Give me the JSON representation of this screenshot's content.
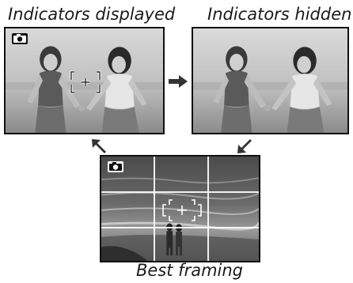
{
  "captions": {
    "indicators_displayed": "Indicators displayed",
    "indicators_hidden": "Indicators hidden",
    "best_framing": "Best framing"
  },
  "icons": {
    "camera_mode": "camera-icon",
    "focus_frame": "focus-frame-icon",
    "arrow_right": "arrow-right-icon",
    "arrow_down_left": "arrow-down-left-icon",
    "arrow_up_left": "arrow-up-left-icon"
  },
  "colors": {
    "frame_border": "#111111",
    "arrow": "#333333",
    "grid": "#ffffff"
  }
}
